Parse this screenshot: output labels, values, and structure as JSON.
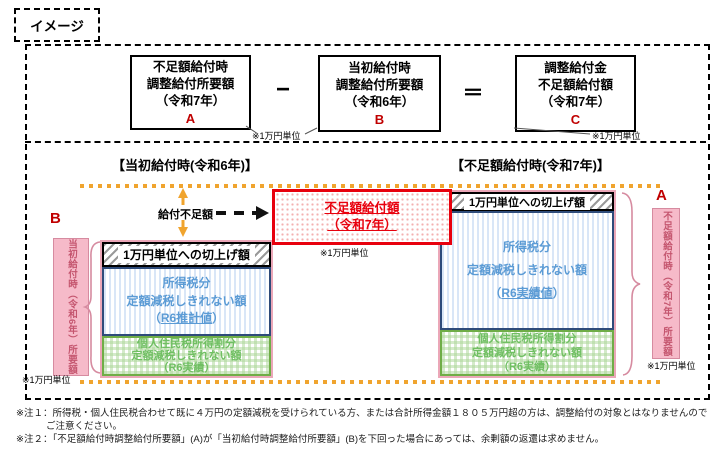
{
  "page": {
    "label": "イメージ"
  },
  "formula": {
    "box_a": {
      "lines": [
        "不足額給付時",
        "調整給付所要額",
        "（令和7年）"
      ],
      "tag": "A"
    },
    "box_b": {
      "lines": [
        "当初給付時",
        "調整給付所要額",
        "（令和6年）"
      ],
      "tag": "B"
    },
    "box_c": {
      "lines": [
        "調整給付金",
        "不足額給付額",
        "（令和7年）"
      ],
      "tag": "C"
    },
    "minus_sign": "−",
    "equals_sign": "＝",
    "unit_note_ab": "※1万円単位",
    "unit_note_c": "※1万円単位"
  },
  "chart": {
    "left_header": "【当初給付時(令和6年)】",
    "right_header": "【不足額給付時(令和7年)】",
    "shortfall_label": "給付不足額",
    "red_box": {
      "line1": "不足額給付額",
      "line2": "（令和7年）",
      "unit_note": "※1万円単位"
    },
    "left_bar": {
      "tag": "B",
      "side_label": "当初給付時（令和6年）所要額",
      "rounding_label": "1万円単位への切上げ額",
      "income_tax": {
        "line1": "所得税分",
        "line2": "定額減税しきれない額",
        "paren_open": "（",
        "value": "R6推計値",
        "paren_close": "）"
      },
      "resident_tax": {
        "line1": "個人住民税所得割分",
        "line2": "定額減税しきれない額",
        "line3": "（R6実績）"
      },
      "unit_note": "※1万円単位"
    },
    "right_bar": {
      "tag": "A",
      "side_label": "不足額給付時（令和7年）所要額",
      "rounding_label": "1万円単位への切上げ額",
      "income_tax": {
        "line1": "所得税分",
        "line2": "定額減税しきれない額",
        "paren_open": "（",
        "value": "R6実績値",
        "paren_close": "）"
      },
      "resident_tax": {
        "line1": "個人住民税所得割分",
        "line2": "定額減税しきれない額",
        "line3": "（R6実績）"
      },
      "unit_note": "※1万円単位"
    }
  },
  "footnotes": {
    "note1_line1": "※注１：所得税・個人住民税合わせて既に４万円の定額減税を受けられている方、または合計所得金額１８０５万円超の方は、調整給付の対象とはなりませんので",
    "note1_line2": "ご注意ください。",
    "note2": "※注２：「不足額給付時調整給付所要額」(A)が「当初給付時調整給付所要額」(B)を下回った場合にあっては、余剰額の返還は求めません。"
  },
  "colors": {
    "accent-red": "#c00000",
    "box-red": "#e8000d",
    "pink-fill": "#f6bac9",
    "pink-border": "#d68ba0",
    "rose-text": "#c4556e",
    "blue-text": "#5b9bd5",
    "navy-border": "#2e4b7a",
    "green-text": "#70bf63",
    "green-border": "#6fad47",
    "orange": "#f0a42e"
  }
}
